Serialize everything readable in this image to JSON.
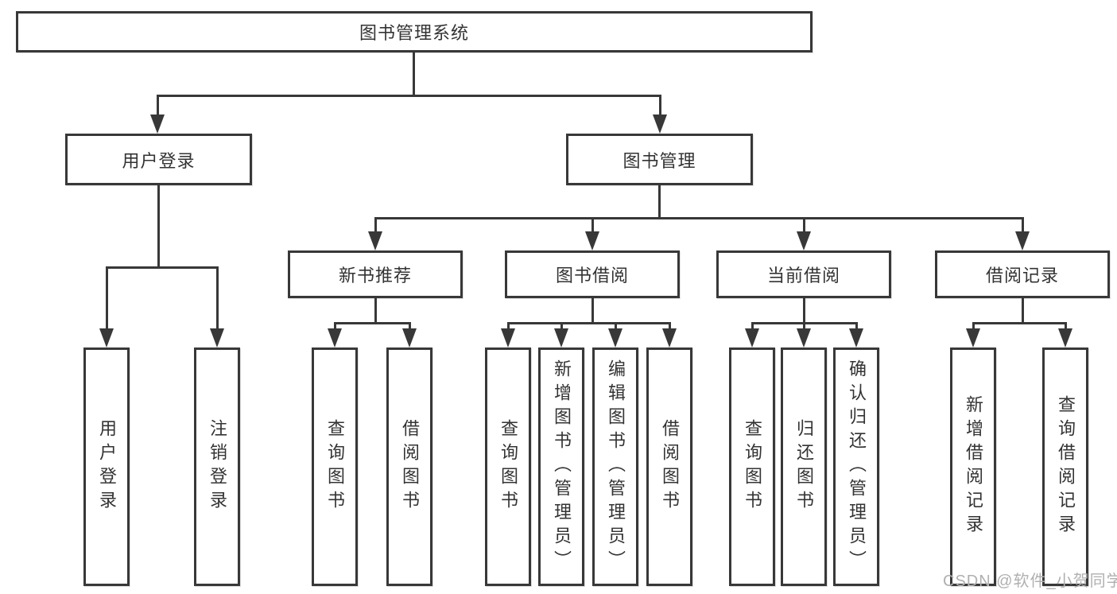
{
  "diagram": {
    "title": "图书管理系统",
    "level2": [
      {
        "label": "用户登录"
      },
      {
        "label": "图书管理"
      }
    ],
    "level3": [
      {
        "label": "新书推荐"
      },
      {
        "label": "图书借阅"
      },
      {
        "label": "当前借阅"
      },
      {
        "label": "借阅记录"
      }
    ],
    "leaves": [
      {
        "label": "用户登录"
      },
      {
        "label": "注销登录"
      },
      {
        "label": "查询图书"
      },
      {
        "label": "借阅图书"
      },
      {
        "label": "查询图书"
      },
      {
        "label": "新增图书（管理员）"
      },
      {
        "label": "编辑图书（管理员）"
      },
      {
        "label": "借阅图书"
      },
      {
        "label": "查询图书"
      },
      {
        "label": "归还图书"
      },
      {
        "label": "确认归还（管理员）"
      },
      {
        "label": "新增借阅记录"
      },
      {
        "label": "查询借阅记录"
      }
    ],
    "watermark": "CSDN @软件_小贺同学",
    "colors": {
      "line": "#383838",
      "text": "#333333",
      "watermark": "#b0b0b0",
      "background": "#ffffff"
    }
  }
}
